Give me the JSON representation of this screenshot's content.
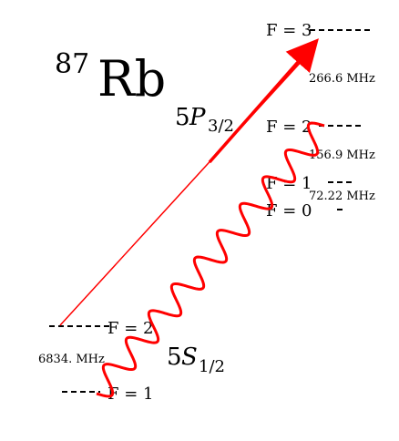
{
  "element": {
    "mass_number": "87",
    "symbol": "Rb"
  },
  "states": {
    "excited": {
      "n_l": "5",
      "letter": "P",
      "j": "3/2",
      "levels": [
        {
          "label": "F = 3"
        },
        {
          "label": "F = 2"
        },
        {
          "label": "F = 1"
        },
        {
          "label": "F = 0"
        }
      ],
      "splittings": [
        {
          "text": "266.6 MHz"
        },
        {
          "text": "156.9 MHz"
        },
        {
          "text": "72.22 MHz"
        }
      ]
    },
    "ground": {
      "n_l": "5",
      "letter": "S",
      "j": "1/2",
      "levels": [
        {
          "label": "F = 2"
        },
        {
          "label": "F = 1"
        }
      ],
      "splitting": {
        "text": "6834. MHz"
      }
    }
  },
  "colors": {
    "laser": "#ff0000",
    "level_line": "#000000"
  }
}
